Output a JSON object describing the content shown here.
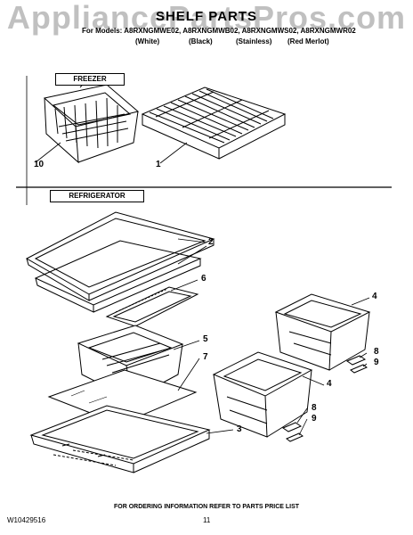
{
  "watermark": "AppliancePartsPros.com",
  "title": "SHELF PARTS",
  "models_line": "For Models: A8RXNGMWE02, A8RXNGMWB02, A8RXNGMWS02, A8RXNGMWR02",
  "variants": [
    "(White)",
    "(Black)",
    "(Stainless)",
    "(Red Merlot)"
  ],
  "sections": {
    "freezer": "FREEZER",
    "refrigerator": "REFRIGERATOR"
  },
  "callouts": [
    "10",
    "1",
    "2",
    "6",
    "4",
    "5",
    "7",
    "8",
    "9",
    "4",
    "8",
    "9",
    "3"
  ],
  "footer": {
    "ordering_note": "FOR ORDERING INFORMATION REFER TO PARTS PRICE LIST",
    "document_number": "W10429516",
    "page_number": "11"
  }
}
